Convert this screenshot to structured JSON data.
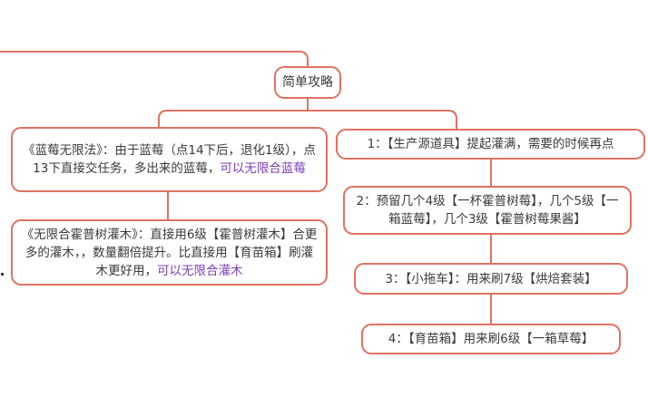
{
  "root": {
    "label": "简单攻略"
  },
  "left_branch": [
    {
      "text": "《蓝莓无限法》：由于蓝莓（点14下后，退化1级），点13下直接交任务，多出来的蓝莓，",
      "highlight": "可以无限合蓝莓"
    },
    {
      "text": "《无限合霍普树灌木》：直接用6级【霍普树灌木】合更多的灌木，，数量翻倍提升。比直接用【育苗箱】刷灌木更好用，",
      "highlight": "可以无限合灌木"
    }
  ],
  "right_branch": [
    {
      "text": "1：【生产源道具】提起灌满，需要的时候再点"
    },
    {
      "text": "2：预留几个4级【一杯霍普树莓】，几个5级【一箱蓝莓】，几个3级【霍普树莓果酱】"
    },
    {
      "text": "3：【小拖车】：用来刷7级【烘焙套装】"
    },
    {
      "text": "4：【育苗箱】用来刷6级【一箱草莓】"
    }
  ],
  "colors": {
    "border": "#e07262",
    "highlight": "#7b3fb5",
    "text": "#3a3a3a"
  }
}
